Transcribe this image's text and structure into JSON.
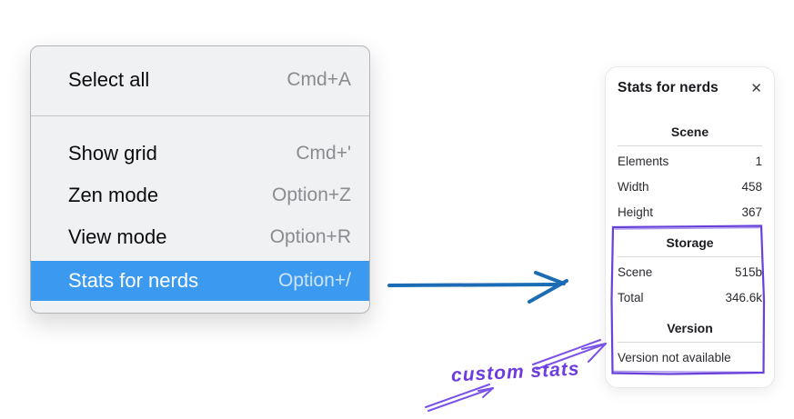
{
  "menu": {
    "items": [
      {
        "label": "Select all",
        "shortcut": "Cmd+A"
      },
      {
        "label": "Show grid",
        "shortcut": "Cmd+'"
      },
      {
        "label": "Zen mode",
        "shortcut": "Option+Z"
      },
      {
        "label": "View mode",
        "shortcut": "Option+R"
      },
      {
        "label": "Stats for nerds",
        "shortcut": "Option+/",
        "highlighted": true
      }
    ],
    "highlight_color": "#3b9af0"
  },
  "stats_panel": {
    "title": "Stats for nerds",
    "close_icon": "✕",
    "sections": [
      {
        "heading": "Scene",
        "rows": [
          {
            "label": "Elements",
            "value": "1"
          },
          {
            "label": "Width",
            "value": "458"
          },
          {
            "label": "Height",
            "value": "367"
          }
        ]
      },
      {
        "heading": "Storage",
        "rows": [
          {
            "label": "Scene",
            "value": "515b"
          },
          {
            "label": "Total",
            "value": "346.6k"
          }
        ]
      },
      {
        "heading": "Version",
        "note": "Version not available"
      }
    ]
  },
  "annotation": {
    "label": "custom stats",
    "color": "#6d3bdf"
  },
  "colors": {
    "blue_arrow": "#1b6cb5",
    "violet_box": "#6741d9",
    "violet_sketch": "#7a52e8",
    "menu_highlight": "#3b9af0"
  }
}
